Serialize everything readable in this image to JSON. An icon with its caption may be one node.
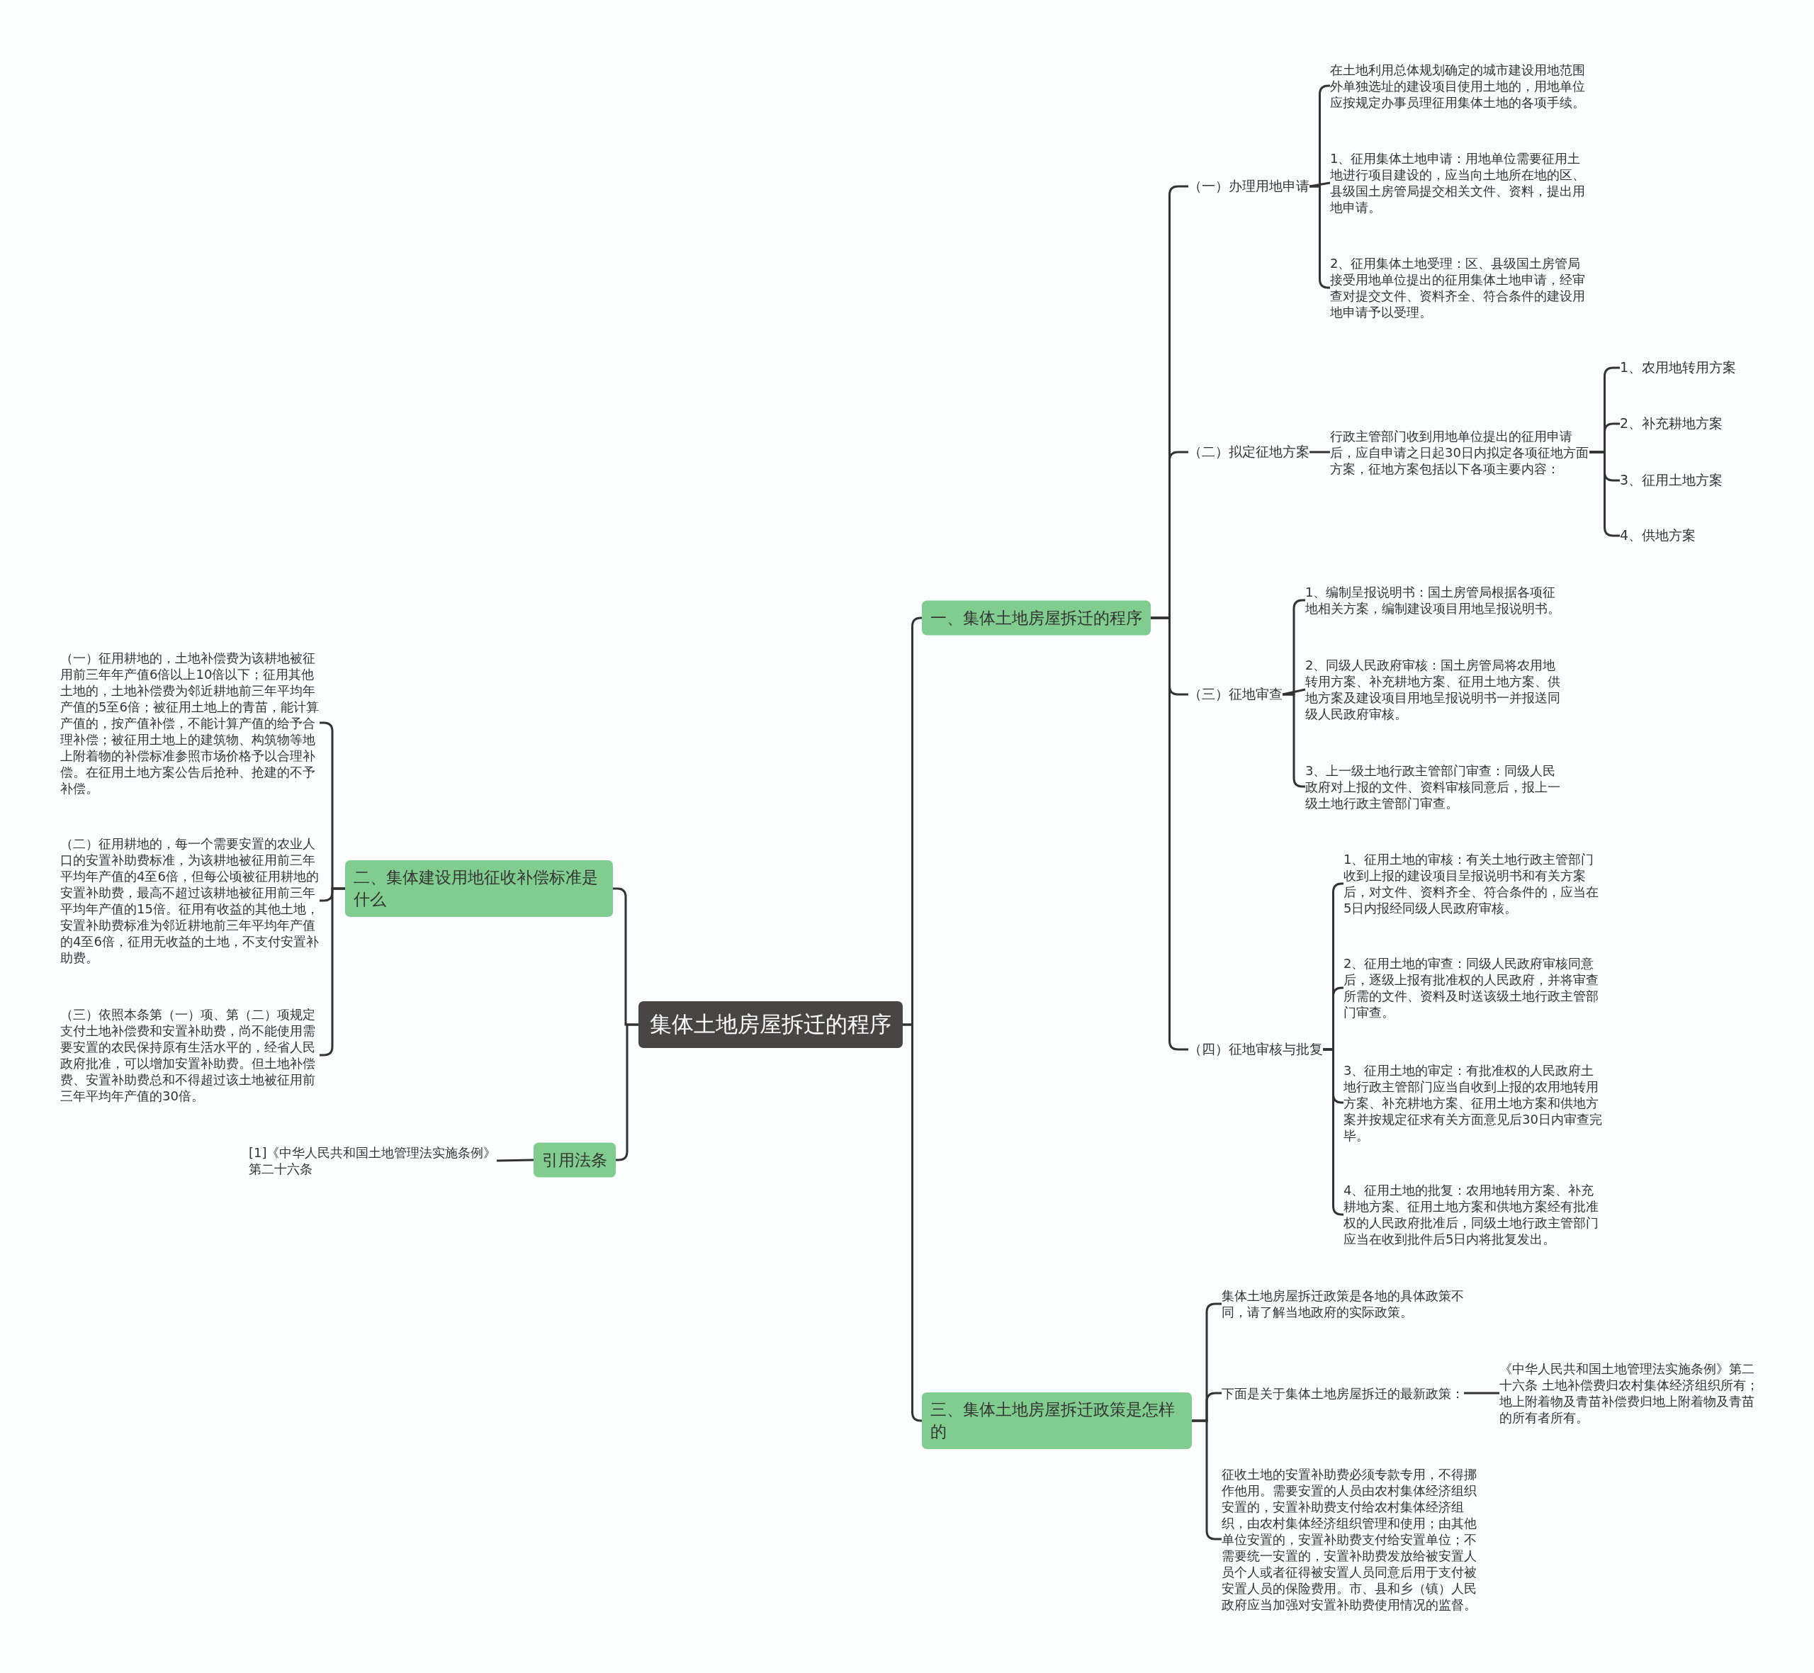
{
  "diagram": {
    "nodes": [
      {
        "text": [
          "集体土地房屋拆迁的程序"
        ]
      },
      {
        "text": [
          "一、集体土地房屋拆迁的程序"
        ]
      },
      {
        "text": [
          "（一）办理用地申请"
        ]
      },
      {
        "text": [
          "在土地利用总体规划确定的城市建设用地范围外单独选址的建设项目使用土地的，用地单位应按规定办事员理征用集体土地的各项手续。"
        ]
      },
      {
        "text": [
          "1、征用集体土地申请：用地单位需要征用土地进行项目建设的，应当向土地所在地的区、县级国土房管局提交相关文件、资料，提出用地申请。"
        ]
      },
      {
        "text": [
          "2、征用集体土地受理：区、县级国土房管局接受用地单位提出的征用集体土地申请，经审查对提交文件、资料齐全、符合条件的建设用地申请予以受理。"
        ]
      },
      {
        "text": [
          "（二）拟定征地方案"
        ]
      },
      {
        "text": [
          "行政主管部门收到用地单位提出的征用申请后，应自申请之日起30日内拟定各项征地方面方案，征地方案包括以下各项主要内容："
        ]
      },
      {
        "text": [
          "1、农用地转用方案"
        ]
      },
      {
        "text": [
          "2、补充耕地方案"
        ]
      },
      {
        "text": [
          "3、征用土地方案"
        ]
      },
      {
        "text": [
          "4、供地方案"
        ]
      },
      {
        "text": [
          "（三）征地审查"
        ]
      },
      {
        "text": [
          "1、编制呈报说明书：国土房管局根据各项征地相关方案，编制建设项目用地呈报说明书。"
        ]
      },
      {
        "text": [
          "2、同级人民政府审核：国土房管局将农用地转用方案、补充耕地方案、征用土地方案、供地方案及建设项目用地呈报说明书一并报送同级人民政府审核。"
        ]
      },
      {
        "text": [
          "3、上一级土地行政主管部门审查：同级人民政府对上报的文件、资料审核同意后，报上一级土地行政主管部门审查。"
        ]
      },
      {
        "text": [
          "（四）征地审核与批复"
        ]
      },
      {
        "text": [
          "1、征用土地的审核：有关土地行政主管部门收到上报的建设项目呈报说明书和有关方案后，对文件、资料齐全、符合条件的，应当在5日内报经同级人民政府审核。"
        ]
      },
      {
        "text": [
          "2、征用土地的审查：同级人民政府审核同意后，逐级上报有批准权的人民政府，并将审查所需的文件、资料及时送该级土地行政主管部门审查。"
        ]
      },
      {
        "text": [
          "3、征用土地的审定：有批准权的人民政府土地行政主管部门应当自收到上报的农用地转用方案、补充耕地方案、征用土地方案和供地方案并按规定征求有关方面意见后30日内审查完毕。"
        ]
      },
      {
        "text": [
          "4、征用土地的批复：农用地转用方案、补充耕地方案、征用土地方案和供地方案经有批准权的人民政府批准后，同级土地行政主管部门应当在收到批件后5日内将批复发出。"
        ]
      },
      {
        "text": [
          "三、集体土地房屋拆迁政策是怎样的"
        ]
      },
      {
        "text": [
          "集体土地房屋拆迁政策是各地的具体政策不同，请了解当地政府的实际政策。"
        ]
      },
      {
        "text": [
          "下面是关于集体土地房屋拆迁的最新政策："
        ]
      },
      {
        "text": [
          "《中华人民共和国土地管理法实施条例》第二十六条 土地补偿费归农村集体经济组织所有；地上附着物及青苗补偿费归地上附着物及青苗的所有者所有。"
        ]
      },
      {
        "text": [
          "征收土地的安置补助费必须专款专用，不得挪作他用。需要安置的人员由农村集体经济组织安置的，安置补助费支付给农村集体经济组织，由农村集体经济组织管理和使用；由其他单位安置的，安置补助费支付给安置单位；不需要统一安置的，安置补助费发放给被安置人员个人或者征得被安置人员同意后用于支付被安置人员的保险费用。市、县和乡（镇）人民政府应当加强对安置补助费使用情况的监督。"
        ]
      },
      {
        "text": [
          "二、集体建设用地征收补偿标准是什么"
        ]
      },
      {
        "text": [
          "（一）征用耕地的，土地补偿费为该耕地被征用前三年年产值6倍以上10倍以下；征用其他土地的，土地补偿费为邻近耕地前三年平均年产值的5至6倍；被征用土地上的青苗，能计算产值的，按产值补偿，不能计算产值的给予合理补偿；被征用土地上的建筑物、构筑物等地上附着物的补偿标准参照市场价格予以合理补偿。在征用土地方案公告后抢种、抢建的不予补偿。"
        ]
      },
      {
        "text": [
          "（二）征用耕地的，每一个需要安置的农业人口的安置补助费标准，为该耕地被征用前三年平均年产值的4至6倍，但每公顷被征用耕地的安置补助费，最高不超过该耕地被征用前三年平均年产值的15倍。征用有收益的其他土地，安置补助费标准为邻近耕地前三年平均年产值的4至6倍，征用无收益的土地，不支付安置补助费。"
        ]
      },
      {
        "text": [
          "（三）依照本条第（一）项、第（二）项规定支付土地补偿费和安置补助费，尚不能使用需要安置的农民保持原有生活水平的，经省人民政府批准，可以增加安置补助费。但土地补偿费、安置补助费总和不得超过该土地被征用前三年平均年产值的30倍。"
        ]
      },
      {
        "text": [
          "引用法条"
        ]
      },
      {
        "text": [
          "[1]《中华人民共和国土地管理法实施条例》第二十六条"
        ]
      }
    ],
    "edges": [
      {
        "from": 0,
        "to": 1,
        "arrow": "none"
      },
      {
        "from": 1,
        "to": 2,
        "arrow": "none"
      },
      {
        "from": 2,
        "to": 3,
        "arrow": "none"
      },
      {
        "from": 2,
        "to": 4,
        "arrow": "none"
      },
      {
        "from": 2,
        "to": 5,
        "arrow": "none"
      },
      {
        "from": 1,
        "to": 6,
        "arrow": "none"
      },
      {
        "from": 6,
        "to": 7,
        "arrow": "none"
      },
      {
        "from": 7,
        "to": 8,
        "arrow": "none"
      },
      {
        "from": 7,
        "to": 9,
        "arrow": "none"
      },
      {
        "from": 7,
        "to": 10,
        "arrow": "none"
      },
      {
        "from": 7,
        "to": 11,
        "arrow": "none"
      },
      {
        "from": 1,
        "to": 12,
        "arrow": "none"
      },
      {
        "from": 12,
        "to": 13,
        "arrow": "none"
      },
      {
        "from": 12,
        "to": 14,
        "arrow": "none"
      },
      {
        "from": 12,
        "to": 15,
        "arrow": "none"
      },
      {
        "from": 1,
        "to": 16,
        "arrow": "none"
      },
      {
        "from": 16,
        "to": 17,
        "arrow": "none"
      },
      {
        "from": 16,
        "to": 18,
        "arrow": "none"
      },
      {
        "from": 16,
        "to": 19,
        "arrow": "none"
      },
      {
        "from": 16,
        "to": 20,
        "arrow": "none"
      },
      {
        "from": 0,
        "to": 21,
        "arrow": "none"
      },
      {
        "from": 21,
        "to": 22,
        "arrow": "none"
      },
      {
        "from": 21,
        "to": 23,
        "arrow": "none"
      },
      {
        "from": 23,
        "to": 24,
        "arrow": "none"
      },
      {
        "from": 21,
        "to": 25,
        "arrow": "none"
      },
      {
        "from": 0,
        "to": 26,
        "arrow": "none"
      },
      {
        "from": 26,
        "to": 27,
        "arrow": "none"
      },
      {
        "from": 26,
        "to": 28,
        "arrow": "none"
      },
      {
        "from": 26,
        "to": 29,
        "arrow": "none"
      },
      {
        "from": 0,
        "to": 30,
        "arrow": "none"
      },
      {
        "from": 30,
        "to": 31,
        "arrow": "none"
      }
    ]
  }
}
